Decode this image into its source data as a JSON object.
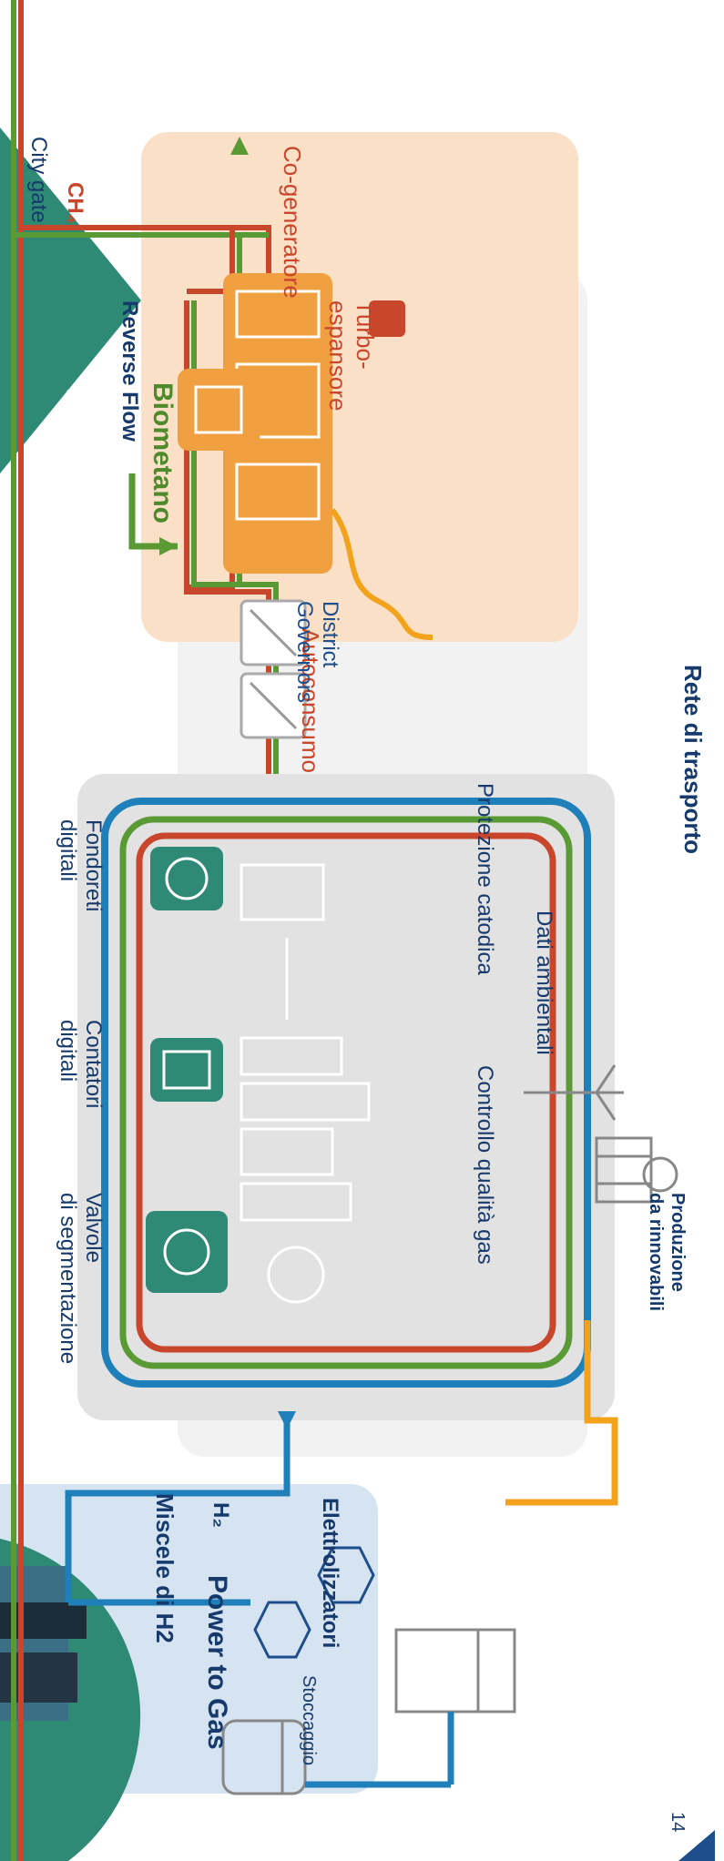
{
  "labels": {
    "biometano": "Biometano",
    "reverse_flow": "Reverse Flow",
    "city_gate": "City gate",
    "ch4": "CH₄",
    "turbo_espansore": [
      "Turbo-",
      "espansore"
    ],
    "co_generatore": "Co-generatore",
    "autoconsumo": "Autoconsumo",
    "district_governors": [
      "District",
      "Governors"
    ],
    "rete_di_trasporto": "Rete di trasporto",
    "fondoreti_digitali": [
      "Fondoreti",
      "digitali"
    ],
    "contatori_digitali": [
      "Contatori",
      "digitali"
    ],
    "valvole_di_segmentazione": [
      "Valvole",
      "di segmentazione"
    ],
    "protezione_catodica": "Protezione catodica",
    "dati_ambientali": "Dati ambientali",
    "controllo_qualita_gas": "Controllo qualità gas",
    "produzione_da_rinnovabili": [
      "Produzione",
      "da rinnovabili"
    ],
    "miscele_di_h2": "Miscele di H2",
    "h2": "H₂",
    "elettrolizzatori": "Elettrolizzatori",
    "stoccaggio": "Stoccaggio",
    "power_to_gas": "Power to Gas",
    "page_number": "14"
  },
  "colors": {
    "gas_red": "#c8462c",
    "gas_green": "#5a9a35",
    "h2_blue": "#1f7fb8",
    "renewable_orange": "#f2a31b",
    "peach_panel": "#fbe0c8",
    "grey_panel": "#e2e2e2",
    "blue_panel": "#d6e4f2",
    "teal": "#2e8a75",
    "orange_box": "#f0a040",
    "navy_text": "#163a6b"
  },
  "icons": [
    "biomethane-plant-icon",
    "filter-icon",
    "turbo-expander-icon",
    "cogenerator-icon",
    "district-governor-icon",
    "digital-gauge-icon",
    "digital-meter-icon",
    "valve-icon",
    "city-skyline-icon",
    "wind-turbine-icon",
    "solar-panel-icon",
    "molecule-icon",
    "electrolyzer-icon",
    "storage-tank-icon"
  ]
}
